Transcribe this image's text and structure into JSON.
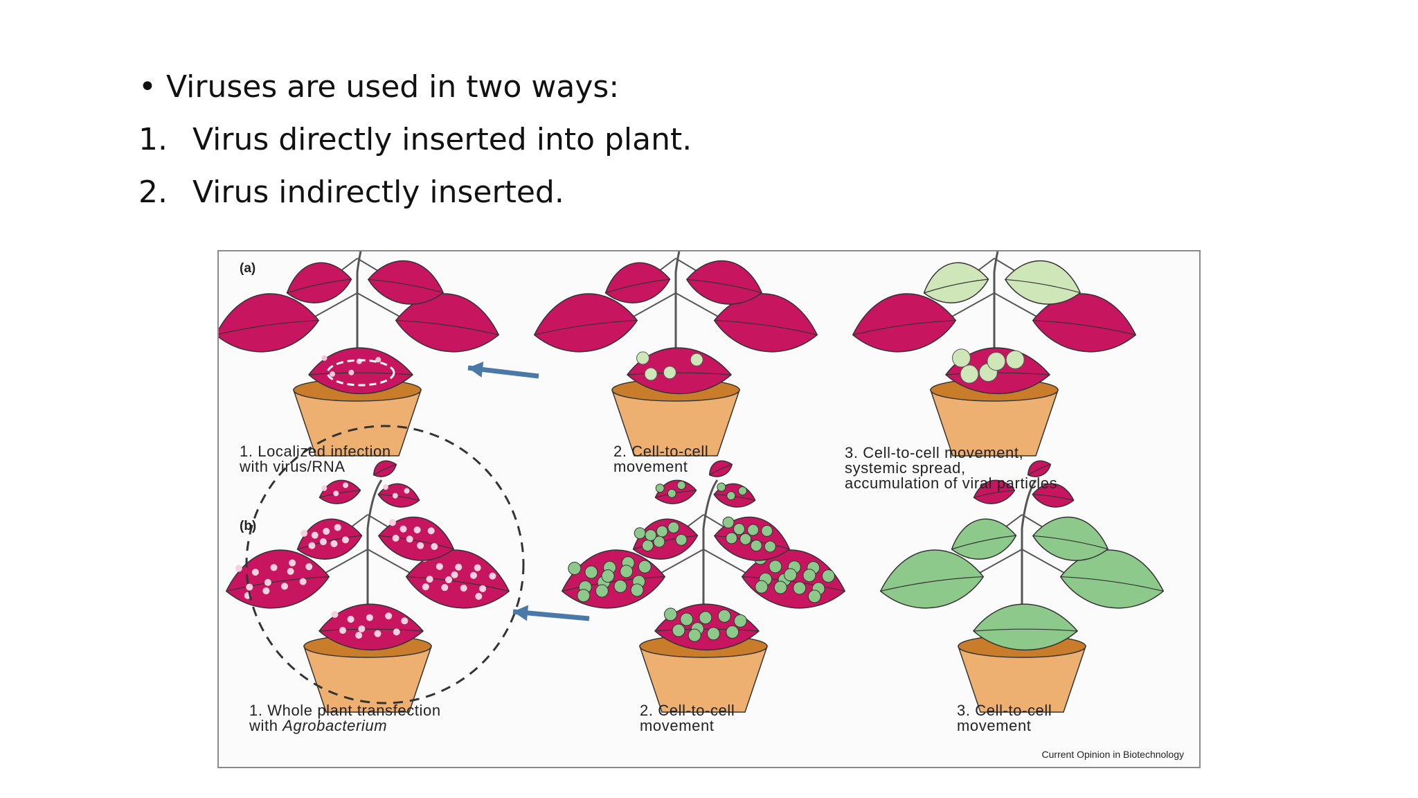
{
  "slide": {
    "bullet_text": "Viruses are used in two ways:",
    "items": [
      {
        "number": "1.",
        "text": "Virus directly inserted into plant."
      },
      {
        "number": "2.",
        "text": "Virus indirectly inserted."
      }
    ]
  },
  "figure": {
    "panel_a": {
      "label": "(a)",
      "captions": [
        {
          "lines": [
            "1. Localized infection",
            "with virus/RNA"
          ]
        },
        {
          "lines": [
            "2. Cell-to-cell",
            "movement"
          ]
        },
        {
          "lines": [
            "3. Cell-to-cell movement,",
            "systemic spread,",
            "accumulation of viral particles"
          ]
        }
      ]
    },
    "panel_b": {
      "label": "(b)",
      "captions": [
        {
          "lines": [
            "1. Whole plant transfection",
            "with "
          ],
          "italic": "Agrobacterium"
        },
        {
          "lines": [
            "2. Cell-to-cell",
            "movement"
          ]
        },
        {
          "lines": [
            "3. Cell-to-cell",
            "movement"
          ]
        }
      ]
    },
    "credit": "Current Opinion in Biotechnology",
    "colors": {
      "infected_leaf": "#c8155f",
      "healthy_leaf": "#8cc98a",
      "light_green": "#cfe6b8",
      "pot": "#eeb070",
      "pot_soil": "#c97d2b",
      "arrow": "#4a79a8"
    }
  }
}
